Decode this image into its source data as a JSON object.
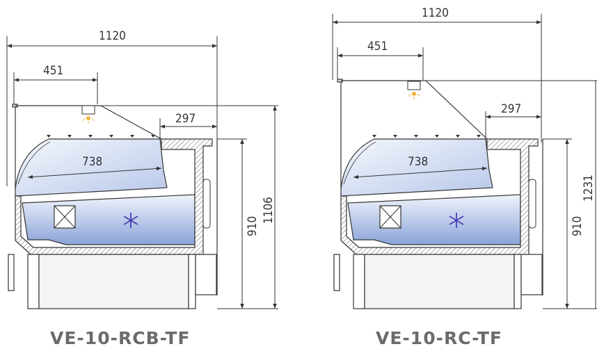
{
  "left": {
    "model": "VE-10-RCB-TF",
    "dims": {
      "total_depth": "1120",
      "top_depth": "451",
      "rear_shelf": "297",
      "inner_depth": "738",
      "counter_height": "910",
      "total_height": "1106"
    }
  },
  "right": {
    "model": "VE-10-RC-TF",
    "dims": {
      "total_depth": "1120",
      "top_depth": "451",
      "rear_shelf": "297",
      "inner_depth": "738",
      "counter_height": "910",
      "total_height": "1231"
    }
  },
  "colors": {
    "line": "#333333",
    "hatch": "#888888",
    "glass": "#c9d7ee",
    "cold": "#8fa8da",
    "snow": "#4a3fb5"
  },
  "icons": [
    "light-icon",
    "snowflake-icon"
  ]
}
